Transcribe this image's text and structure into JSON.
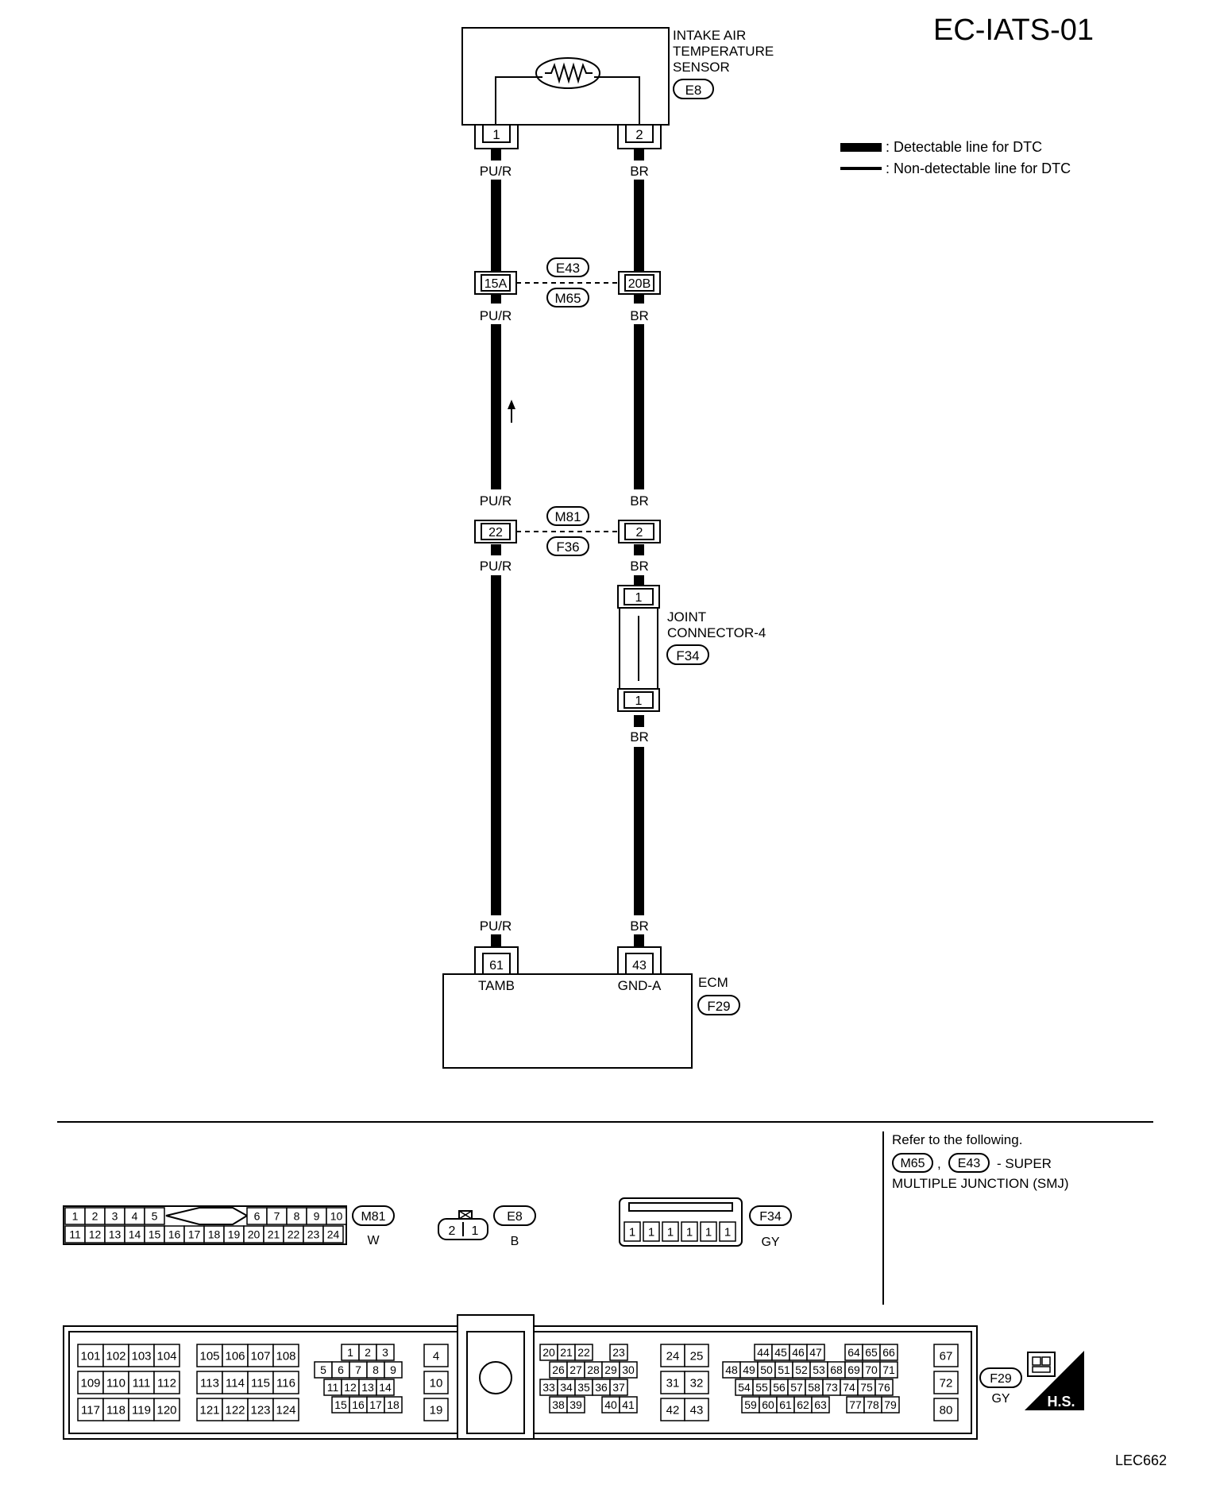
{
  "diagram_id": "EC-IATS-01",
  "figure_code": "LEC662",
  "legend": {
    "detectable": ": Detectable line for DTC",
    "non_detectable": ": Non-detectable line for DTC"
  },
  "sensor": {
    "line1": "INTAKE AIR",
    "line2": "TEMPERATURE",
    "line3": "SENSOR",
    "connector": "E8",
    "pin_left": "1",
    "pin_right": "2"
  },
  "harness": {
    "left_color": "PU/R",
    "right_color": "BR",
    "conn1_top": "E43",
    "conn1_bottom": "M65",
    "conn1_left_pin": "15A",
    "conn1_right_pin": "20B",
    "conn2_top": "M81",
    "conn2_bottom": "F36",
    "conn2_left_pin": "22",
    "conn2_right_pin": "2"
  },
  "joint": {
    "line1": "JOINT",
    "line2": "CONNECTOR-4",
    "connector": "F34",
    "pin_top": "1",
    "pin_bottom": "1"
  },
  "ecm": {
    "label": "ECM",
    "connector": "F29",
    "pin_left": "61",
    "pin_right": "43",
    "term_left": "TAMB",
    "term_right": "GND-A"
  },
  "reference": {
    "line1": "Refer to the following.",
    "conn_a": "M65",
    "sep": ",",
    "conn_b": "E43",
    "line2_rest": "- SUPER",
    "line3": "MULTIPLE JUNCTION (SMJ)"
  },
  "connector_views": {
    "m81": {
      "id": "M81",
      "color": "W",
      "top_left": [
        "1",
        "2",
        "3",
        "4",
        "5"
      ],
      "top_right": [
        "6",
        "7",
        "8",
        "9",
        "10"
      ],
      "bottom": [
        "11",
        "12",
        "13",
        "14",
        "15",
        "16",
        "17",
        "18",
        "19",
        "20",
        "21",
        "22",
        "23",
        "24"
      ]
    },
    "e8": {
      "id": "E8",
      "color": "B",
      "pins": [
        "2",
        "1"
      ]
    },
    "f34": {
      "id": "F34",
      "color": "GY",
      "pins": [
        "1",
        "1",
        "1",
        "1",
        "1",
        "1"
      ]
    },
    "f29": {
      "id": "F29",
      "color": "GY",
      "groups": [
        {
          "rows": [
            [
              "101",
              "102",
              "103",
              "104"
            ],
            [
              "109",
              "110",
              "111",
              "112"
            ],
            [
              "117",
              "118",
              "119",
              "120"
            ]
          ]
        },
        {
          "rows": [
            [
              "105",
              "106",
              "107",
              "108"
            ],
            [
              "113",
              "114",
              "115",
              "116"
            ],
            [
              "121",
              "122",
              "123",
              "124"
            ]
          ]
        },
        {
          "rows": [
            [
              "1",
              "2",
              "3"
            ],
            [
              "5",
              "6",
              "7",
              "8",
              "9"
            ],
            [
              "11",
              "12",
              "13",
              "14"
            ],
            [
              "15",
              "16",
              "17",
              "18"
            ]
          ]
        },
        {
          "rows": [
            [
              "4"
            ],
            [
              "10"
            ],
            [
              "19"
            ]
          ]
        },
        {
          "rows": [
            [
              "20",
              "21",
              "22",
              "23"
            ],
            [
              "26",
              "27",
              "28",
              "29",
              "30"
            ],
            [
              "33",
              "34",
              "35",
              "36",
              "37"
            ],
            [
              "38",
              "39",
              "40",
              "41"
            ]
          ]
        },
        {
          "rows": [
            [
              "24",
              "25"
            ],
            [
              "31",
              "32"
            ],
            [
              "42",
              "43"
            ]
          ]
        },
        {
          "rows": [
            [
              "44",
              "45",
              "46",
              "47",
              "64",
              "65",
              "66"
            ],
            [
              "48",
              "49",
              "50",
              "51",
              "52",
              "53",
              "68",
              "69",
              "70",
              "71"
            ],
            [
              "54",
              "55",
              "56",
              "57",
              "58",
              "73",
              "74",
              "75",
              "76"
            ],
            [
              "59",
              "60",
              "61",
              "62",
              "63",
              "77",
              "78",
              "79"
            ]
          ]
        },
        {
          "rows": [
            [
              "67"
            ],
            [
              "72"
            ],
            [
              "80"
            ]
          ]
        }
      ]
    }
  },
  "hs_badge": "H.S."
}
